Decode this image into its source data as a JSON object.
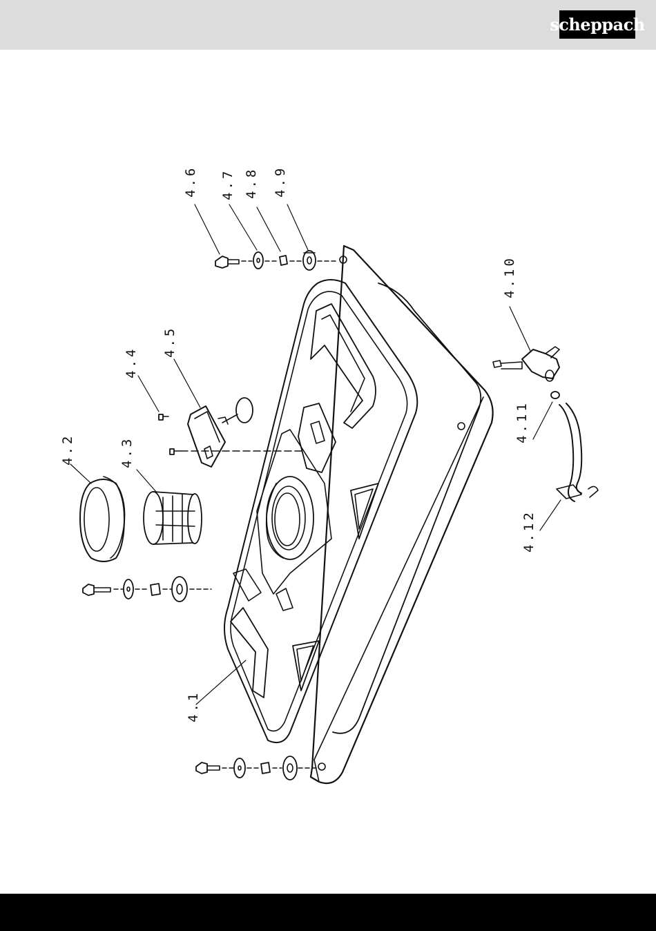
{
  "header": {
    "logo_text": "scheppach"
  },
  "diagram": {
    "callouts": {
      "c_4_1": "4.1",
      "c_4_2": "4.2",
      "c_4_3": "4.3",
      "c_4_4": "4.4",
      "c_4_5": "4.5",
      "c_4_6": "4.6",
      "c_4_7": "4.7",
      "c_4_8": "4.8",
      "c_4_9": "4.9",
      "c_4_10": "4.10",
      "c_4_11": "4.11",
      "c_4_12": "4.12"
    }
  }
}
